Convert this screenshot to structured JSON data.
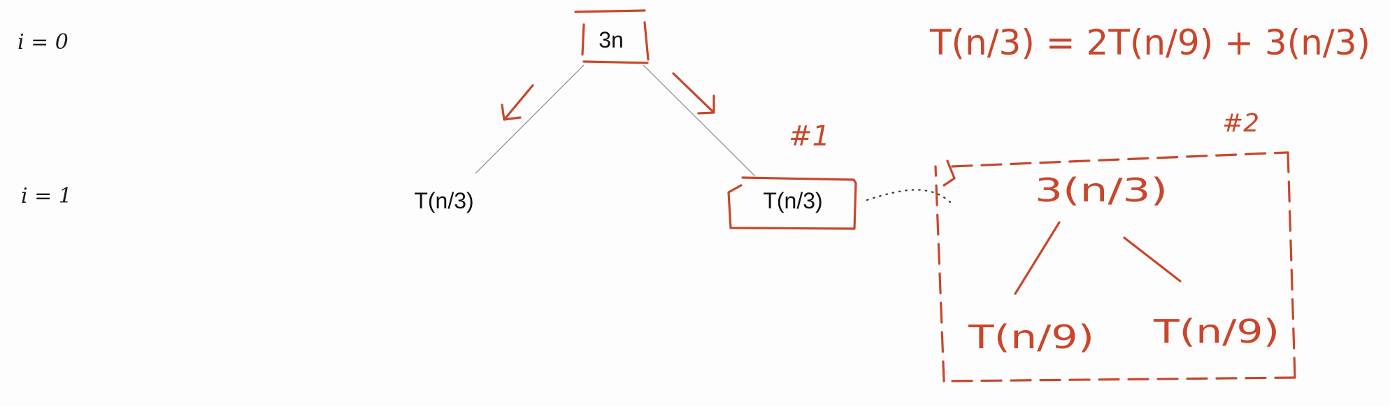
{
  "levels": [
    {
      "label": "i = 0"
    },
    {
      "label": "i = 1"
    }
  ],
  "tree": {
    "root": "3n",
    "left_child": "T(n/3)",
    "right_child": "T(n/3)"
  },
  "annotations": {
    "equation": "T(n/3) = 2T(n/9) + 3(n/3)",
    "marker_1": "#1",
    "marker_2": "#2",
    "subtree_root": "3(n/3)",
    "subtree_left": "T(n/9)",
    "subtree_right": "T(n/9)"
  },
  "colors": {
    "ink": "#c9462b",
    "text": "#111111",
    "edge": "#9a9a9a",
    "background": "#fdfdfd"
  }
}
